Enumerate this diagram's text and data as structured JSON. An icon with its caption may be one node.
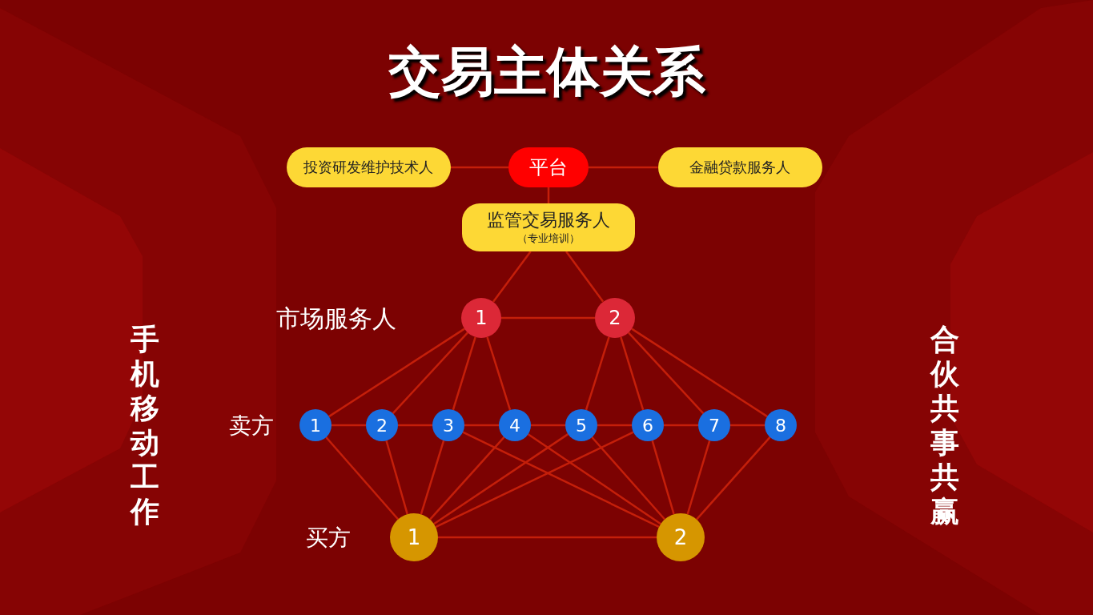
{
  "diagram": {
    "title": "交易主体关系",
    "nodes": [
      {
        "text": [
          "投资研发维护技术人"
        ]
      },
      {
        "text": [
          "平台"
        ]
      },
      {
        "text": [
          "金融贷款服务人"
        ]
      },
      {
        "text": [
          "监管交易服务人",
          "（专业培训）"
        ]
      },
      {
        "text": [
          "1"
        ]
      },
      {
        "text": [
          "2"
        ]
      },
      {
        "text": [
          "1"
        ]
      },
      {
        "text": [
          "2"
        ]
      },
      {
        "text": [
          "3"
        ]
      },
      {
        "text": [
          "4"
        ]
      },
      {
        "text": [
          "5"
        ]
      },
      {
        "text": [
          "6"
        ]
      },
      {
        "text": [
          "7"
        ]
      },
      {
        "text": [
          "8"
        ]
      },
      {
        "text": [
          "1"
        ]
      },
      {
        "text": [
          "2"
        ]
      }
    ],
    "edges": [
      {
        "from": 0,
        "to": 1,
        "arrow": "none"
      },
      {
        "from": 1,
        "to": 2,
        "arrow": "none"
      },
      {
        "from": 1,
        "to": 3,
        "arrow": "none"
      },
      {
        "from": 3,
        "to": 4,
        "arrow": "none"
      },
      {
        "from": 3,
        "to": 5,
        "arrow": "none"
      },
      {
        "from": 4,
        "to": 5,
        "arrow": "none"
      },
      {
        "from": 4,
        "to": 6,
        "arrow": "none"
      },
      {
        "from": 4,
        "to": 7,
        "arrow": "none"
      },
      {
        "from": 4,
        "to": 8,
        "arrow": "none"
      },
      {
        "from": 4,
        "to": 9,
        "arrow": "none"
      },
      {
        "from": 5,
        "to": 10,
        "arrow": "none"
      },
      {
        "from": 5,
        "to": 11,
        "arrow": "none"
      },
      {
        "from": 5,
        "to": 12,
        "arrow": "none"
      },
      {
        "from": 5,
        "to": 13,
        "arrow": "none"
      },
      {
        "from": 6,
        "to": 7,
        "arrow": "none"
      },
      {
        "from": 7,
        "to": 8,
        "arrow": "none"
      },
      {
        "from": 8,
        "to": 9,
        "arrow": "none"
      },
      {
        "from": 9,
        "to": 10,
        "arrow": "none"
      },
      {
        "from": 10,
        "to": 11,
        "arrow": "none"
      },
      {
        "from": 11,
        "to": 12,
        "arrow": "none"
      },
      {
        "from": 12,
        "to": 13,
        "arrow": "none"
      },
      {
        "from": 14,
        "to": 6,
        "arrow": "none"
      },
      {
        "from": 14,
        "to": 7,
        "arrow": "none"
      },
      {
        "from": 14,
        "to": 8,
        "arrow": "none"
      },
      {
        "from": 14,
        "to": 9,
        "arrow": "none"
      },
      {
        "from": 14,
        "to": 10,
        "arrow": "none"
      },
      {
        "from": 14,
        "to": 11,
        "arrow": "none"
      },
      {
        "from": 15,
        "to": 8,
        "arrow": "none"
      },
      {
        "from": 15,
        "to": 9,
        "arrow": "none"
      },
      {
        "from": 15,
        "to": 10,
        "arrow": "none"
      },
      {
        "from": 15,
        "to": 11,
        "arrow": "none"
      },
      {
        "from": 15,
        "to": 12,
        "arrow": "none"
      },
      {
        "from": 15,
        "to": 13,
        "arrow": "none"
      },
      {
        "from": 14,
        "to": 15,
        "arrow": "none"
      }
    ],
    "labels": [
      "市场服务人",
      "卖方",
      "买方",
      "手机移动工作",
      "合伙共事共赢"
    ]
  }
}
